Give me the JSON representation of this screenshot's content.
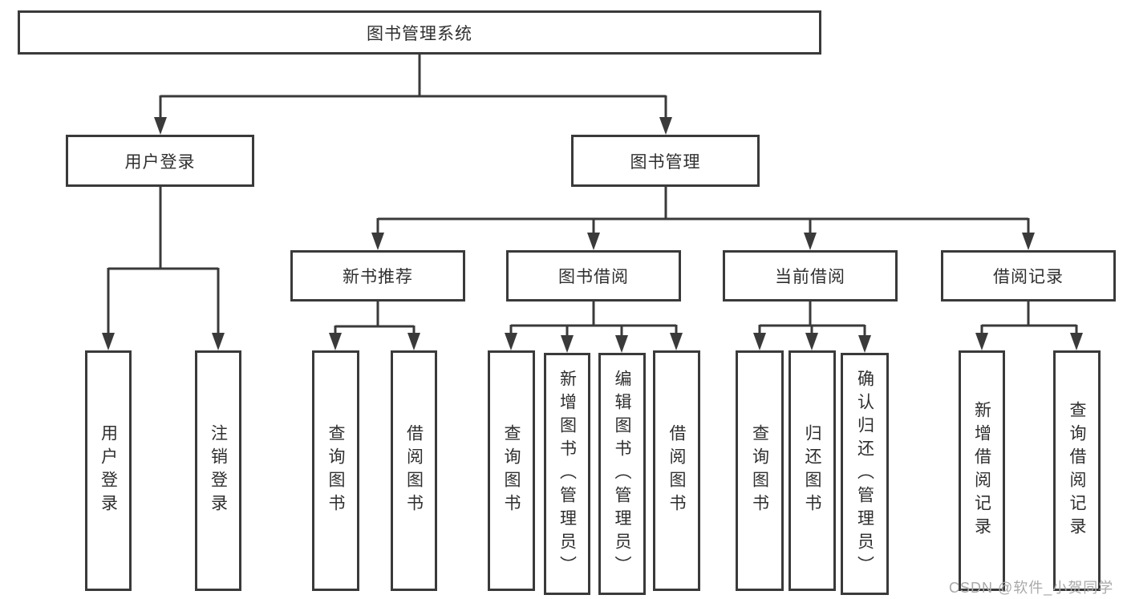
{
  "diagram": {
    "root": {
      "label": "图书管理系统"
    },
    "branches": [
      {
        "label": "用户登录",
        "children": [
          {
            "label": "用户登录"
          },
          {
            "label": "注销登录"
          }
        ]
      },
      {
        "label": "图书管理",
        "children": [
          {
            "label": "新书推荐",
            "children": [
              {
                "label": "查询图书"
              },
              {
                "label": "借阅图书"
              }
            ]
          },
          {
            "label": "图书借阅",
            "children": [
              {
                "label": "查询图书"
              },
              {
                "label": "新增图书（管理员）"
              },
              {
                "label": "编辑图书（管理员）"
              },
              {
                "label": "借阅图书"
              }
            ]
          },
          {
            "label": "当前借阅",
            "children": [
              {
                "label": "查询图书"
              },
              {
                "label": "归还图书"
              },
              {
                "label": "确认归还（管理员）"
              }
            ]
          },
          {
            "label": "借阅记录",
            "children": [
              {
                "label": "新增借阅记录"
              },
              {
                "label": "查询借阅记录"
              }
            ]
          }
        ]
      }
    ],
    "watermark": "CSDN @软件_小贺同学"
  },
  "colors": {
    "line": "#3a3a3a",
    "text": "#2f2f2f",
    "watermark": "#a9a9a9",
    "background": "#ffffff"
  }
}
